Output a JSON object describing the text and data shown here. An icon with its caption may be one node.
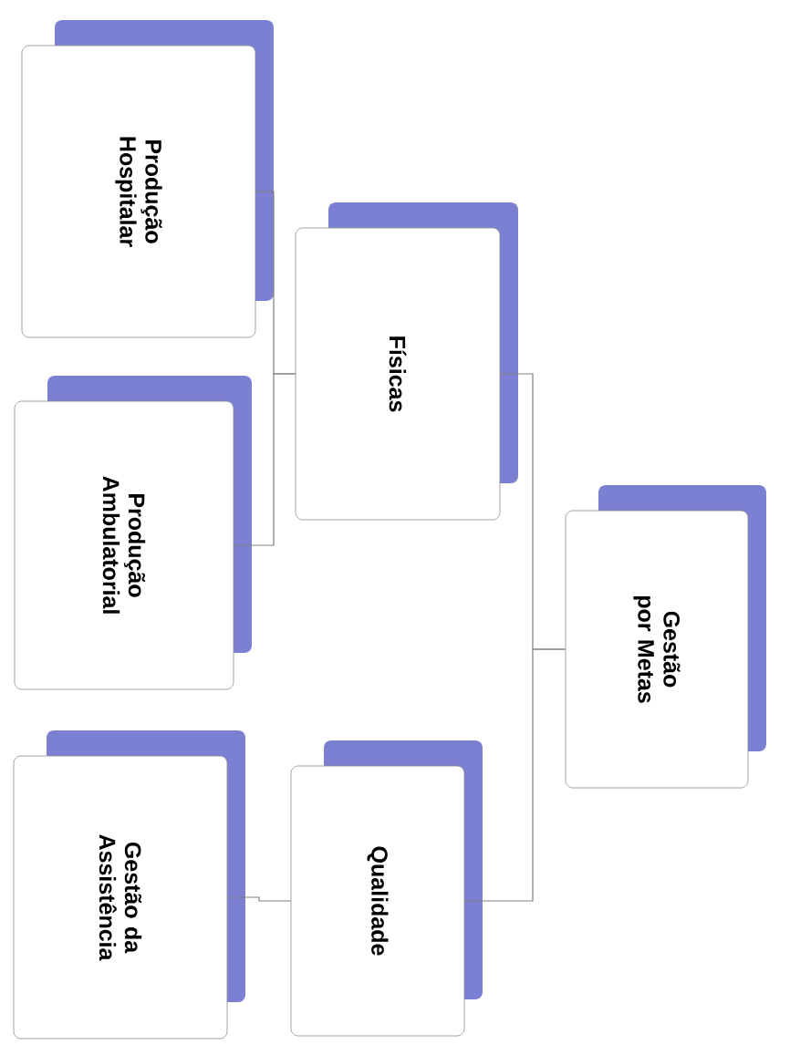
{
  "diagram": {
    "nodes": [
      {
        "text": [
          "Gestão por Metas"
        ]
      },
      {
        "text": [
          "Físicas"
        ]
      },
      {
        "text": [
          "Qualidade"
        ]
      },
      {
        "text": [
          "Produção Hospitalar"
        ]
      },
      {
        "text": [
          "Produção Ambulatorial"
        ]
      },
      {
        "text": [
          "Gestão da Assistência"
        ]
      }
    ],
    "edges": [
      {
        "from": 0,
        "to": 1,
        "arrow": "none"
      },
      {
        "from": 0,
        "to": 2,
        "arrow": "none"
      },
      {
        "from": 1,
        "to": 3,
        "arrow": "none"
      },
      {
        "from": 1,
        "to": 4,
        "arrow": "none"
      },
      {
        "from": 2,
        "to": 5,
        "arrow": "none"
      }
    ]
  }
}
